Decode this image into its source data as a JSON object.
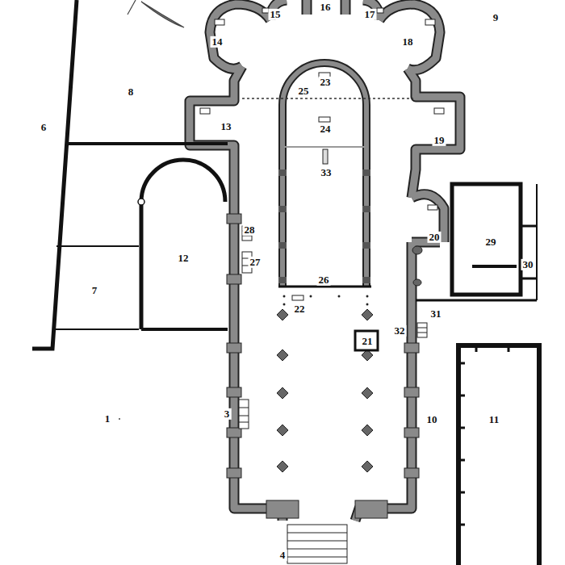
{
  "diagram": {
    "labels": [
      "6",
      "8",
      "9",
      "14",
      "15",
      "16",
      "17",
      "18",
      "13",
      "23",
      "25",
      "24",
      "19",
      "33",
      "28",
      "12",
      "27",
      "20",
      "29",
      "30",
      "7",
      "26",
      "22",
      "21",
      "31",
      "32",
      "1",
      "3",
      "10",
      "11",
      "4"
    ]
  }
}
